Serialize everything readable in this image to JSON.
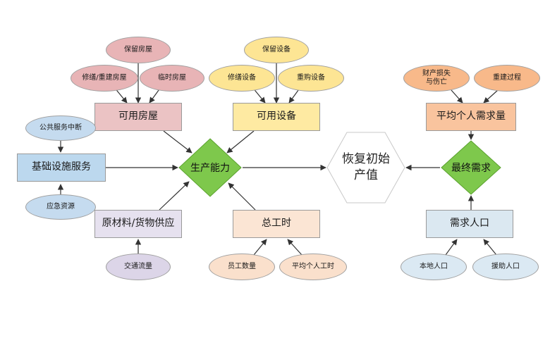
{
  "diagram": {
    "hub_left": "生产能力",
    "center": "恢复初始\n产值",
    "hub_right": "最终需求",
    "housing": {
      "label": "可用房屋",
      "inputs": [
        "保留房屋",
        "修缮/重建房屋",
        "临时房屋"
      ]
    },
    "equipment": {
      "label": "可用设备",
      "inputs": [
        "保留设备",
        "修缮设备",
        "重购设备"
      ]
    },
    "infrastructure": {
      "label": "基础设施服务",
      "inputs": [
        "公共服务中断",
        "应急资源"
      ]
    },
    "materials": {
      "label": "原材料/货物供应",
      "inputs": [
        "交通流量"
      ]
    },
    "worktime": {
      "label": "总工时",
      "inputs": [
        "员工数量",
        "平均个人工时"
      ]
    },
    "percapita": {
      "label": "平均个人需求量",
      "inputs": [
        "财产损失\n与伤亡",
        "重建过程"
      ]
    },
    "population": {
      "label": "需求人口",
      "inputs": [
        "本地人口",
        "援助人口"
      ]
    }
  },
  "colors": {
    "pink_fill": "#e8b4b6",
    "pink_box": "#ebc3c4",
    "yellow_fill": "#fde594",
    "yellow_box": "#feeaa2",
    "blue_fill": "#c5dbef",
    "blue_box": "#bcd8ee",
    "purple_fill": "#dcd5e8",
    "purple_box": "#e6e1ef",
    "peach_fill": "#fae0cc",
    "peach_box": "#fbe5d4",
    "orange_fill": "#f8b98a",
    "orange_box": "#f9c49e",
    "teal_fill": "#dbe9f3",
    "teal_box": "#dbe8f1",
    "diamond_green": "#7ec84c",
    "arrow": "#333333"
  }
}
